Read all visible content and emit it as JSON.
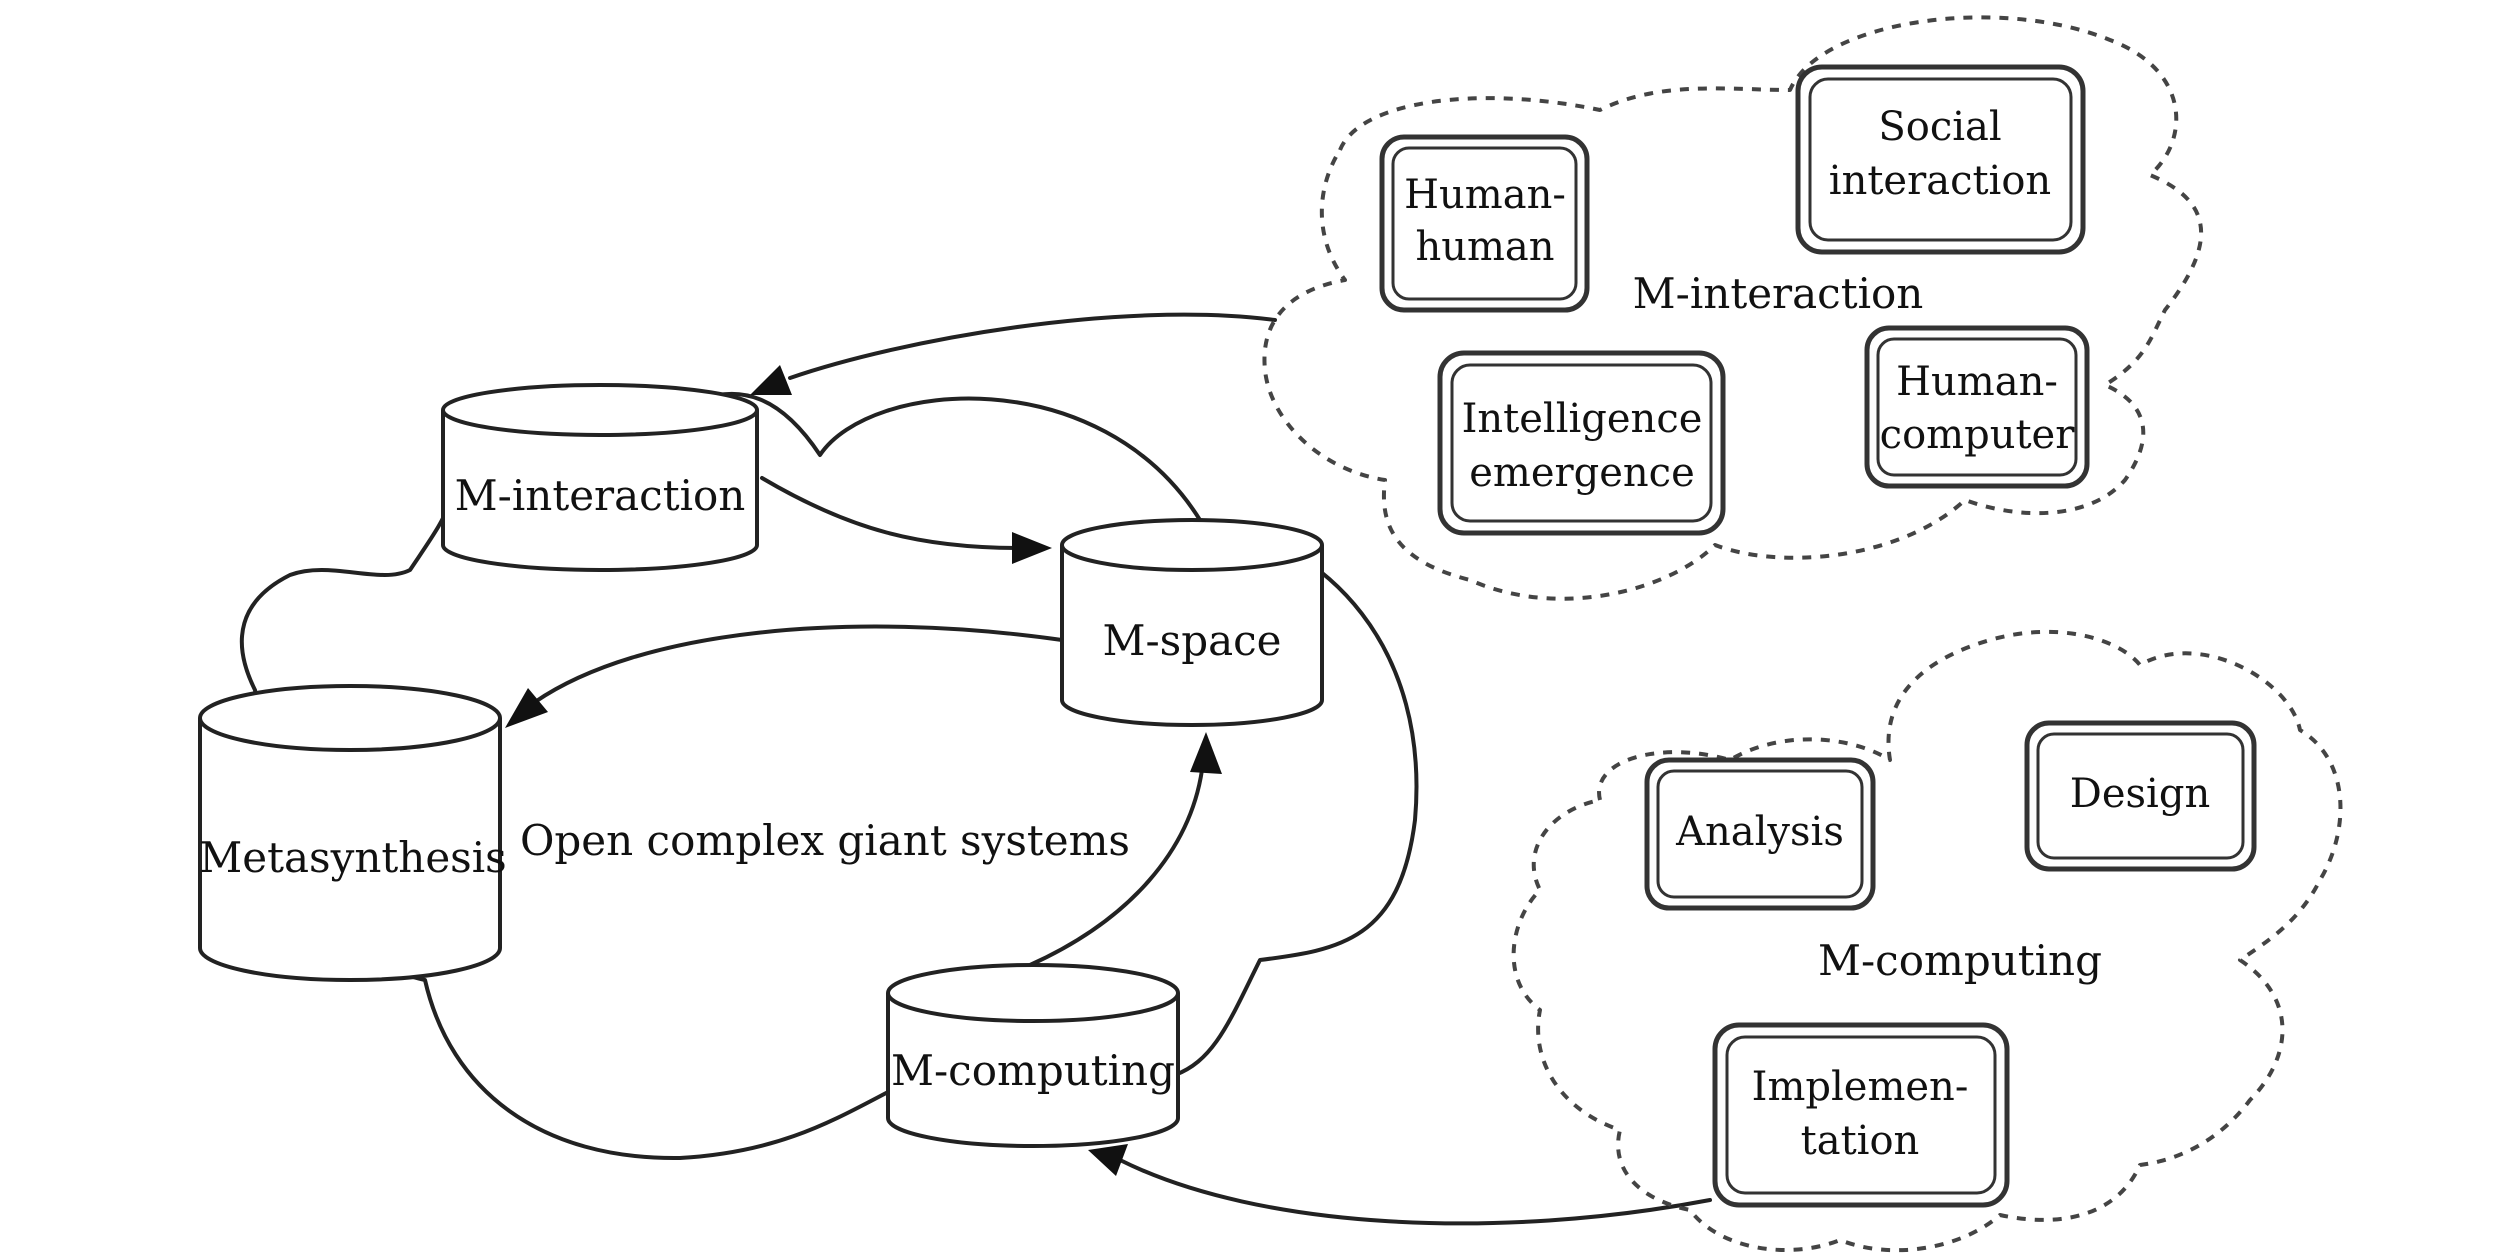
{
  "nodes": {
    "m_interaction": "M-interaction",
    "m_space": "M-space",
    "metasynthesis": "Metasynthesis",
    "m_computing": "M-computing"
  },
  "center_label": "Open complex giant systems",
  "interaction_cloud": {
    "label": "M-interaction",
    "boxes": {
      "human_human": [
        "Human-",
        "human"
      ],
      "social": [
        "Social",
        "interaction"
      ],
      "intelligence": [
        "Intelligence",
        "emergence"
      ],
      "human_computer": [
        "Human-",
        "computer"
      ]
    }
  },
  "computing_cloud": {
    "label": "M-computing",
    "boxes": {
      "analysis": "Analysis",
      "design": "Design",
      "implementation": [
        "Implemen-",
        "tation"
      ]
    }
  }
}
